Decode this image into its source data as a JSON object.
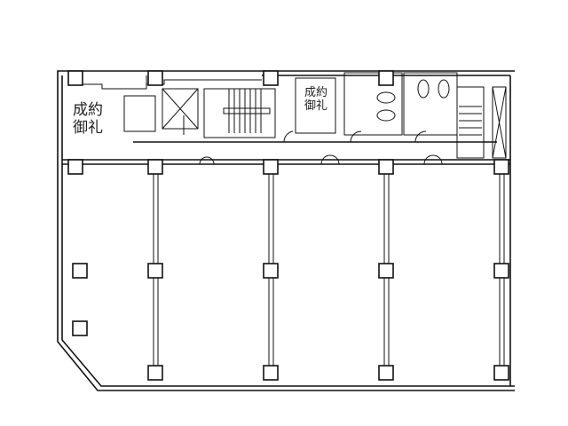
{
  "floor_plan": {
    "labels": [
      {
        "line1": "成約",
        "line2": "御礼"
      },
      {
        "line1": "成約",
        "line2": "御礼"
      }
    ],
    "line_color": "#111111",
    "background": "#ffffff"
  }
}
